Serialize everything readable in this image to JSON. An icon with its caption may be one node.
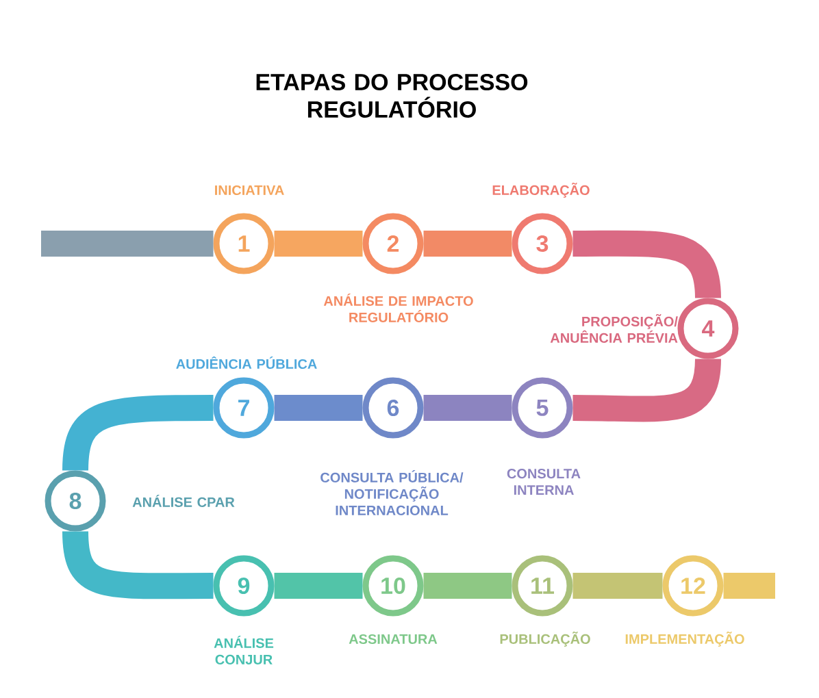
{
  "diagram": {
    "title": "ETAPAS DO PROCESSO REGULATÓRIO",
    "nodes": [
      {
        "text": [
          "1"
        ],
        "beside": [
          "INICIATIVA"
        ]
      },
      {
        "text": [
          "2"
        ],
        "beside": [
          "ANÁLISE DE IMPACTO REGULATÓRIO"
        ]
      },
      {
        "text": [
          "3"
        ],
        "beside": [
          "ELABORAÇÃO"
        ]
      },
      {
        "text": [
          "4"
        ],
        "beside": [
          "PROPOSIÇÃO/ ANUÊNCIA PRÉVIA"
        ]
      },
      {
        "text": [
          "5"
        ],
        "beside": [
          "CONSULTA INTERNA"
        ]
      },
      {
        "text": [
          "6"
        ],
        "beside": [
          "CONSULTA PÚBLICA/ NOTIFICAÇÃO INTERNACIONAL"
        ]
      },
      {
        "text": [
          "7"
        ],
        "beside": [
          "AUDIÊNCIA PÚBLICA"
        ]
      },
      {
        "text": [
          "8"
        ],
        "beside": [
          "ANÁLISE CPAR"
        ]
      },
      {
        "text": [
          "9"
        ],
        "beside": [
          "ANÁLISE CONJUR"
        ]
      },
      {
        "text": [
          "10"
        ],
        "beside": [
          "ASSINATURA"
        ]
      },
      {
        "text": [
          "11"
        ],
        "beside": [
          "PUBLICAÇÃO"
        ]
      },
      {
        "text": [
          "12"
        ],
        "beside": [
          "IMPLEMENTAÇÃO"
        ]
      }
    ],
    "edges": [
      {
        "from": null,
        "to": 0,
        "arrow": "none",
        "color": "#8a9fae"
      },
      {
        "from": 0,
        "to": 1,
        "arrow": "none",
        "color": "#f6a660"
      },
      {
        "from": 1,
        "to": 2,
        "arrow": "none",
        "color": "#f28a66"
      },
      {
        "from": 2,
        "to": 3,
        "arrow": "none",
        "color": "#da6a84"
      },
      {
        "from": 3,
        "to": 4,
        "arrow": "none",
        "color": "#d86a84"
      },
      {
        "from": 4,
        "to": 5,
        "arrow": "none",
        "color": "#8c84c0"
      },
      {
        "from": 5,
        "to": 6,
        "arrow": "none",
        "color": "#6c8ccc"
      },
      {
        "from": 6,
        "to": 7,
        "arrow": "none",
        "color": "#44b2d2"
      },
      {
        "from": 7,
        "to": 8,
        "arrow": "none",
        "color": "#44b8c8"
      },
      {
        "from": 8,
        "to": 9,
        "arrow": "none",
        "color": "#52c4a8"
      },
      {
        "from": 9,
        "to": 10,
        "arrow": "none",
        "color": "#8ec884"
      },
      {
        "from": 10,
        "to": 11,
        "arrow": "none",
        "color": "#c4c474"
      },
      {
        "from": 11,
        "to": null,
        "arrow": "none",
        "color": "#ecc96a"
      }
    ]
  }
}
